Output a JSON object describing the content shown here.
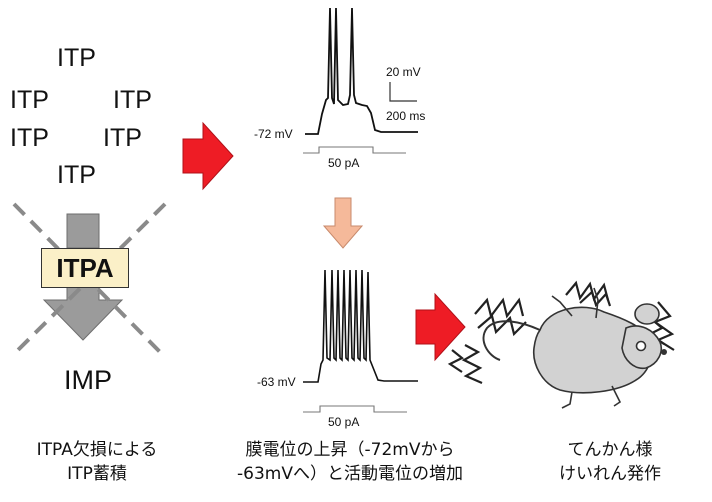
{
  "itp_labels": [
    "ITP",
    "ITP",
    "ITP",
    "ITP",
    "ITP",
    "ITP"
  ],
  "enzyme_label": "ITPA",
  "product_label": "IMP",
  "trace_top": {
    "resting_potential": "-72 mV",
    "stimulus": "50 pA",
    "scale_voltage": "20 mV",
    "scale_time": "200 ms"
  },
  "trace_bottom": {
    "resting_potential": "-63 mV",
    "stimulus": "50 pA"
  },
  "captions": {
    "left": [
      "ITPA欠損による",
      "ITP蓄積"
    ],
    "middle": [
      "膜電位の上昇（-72mVから",
      "-63mVへ）と活動電位の増加"
    ],
    "right": [
      "てんかん様",
      "けいれん発作"
    ]
  },
  "colors": {
    "red_arrow": "#ee1c25",
    "orange_arrow": "#f5b99a",
    "gray_arrow": "#9b9b9b",
    "cross": "#8a8a8a",
    "itpa_fill": "#fbf0c8",
    "mouse_fill": "#d2d2d2"
  }
}
